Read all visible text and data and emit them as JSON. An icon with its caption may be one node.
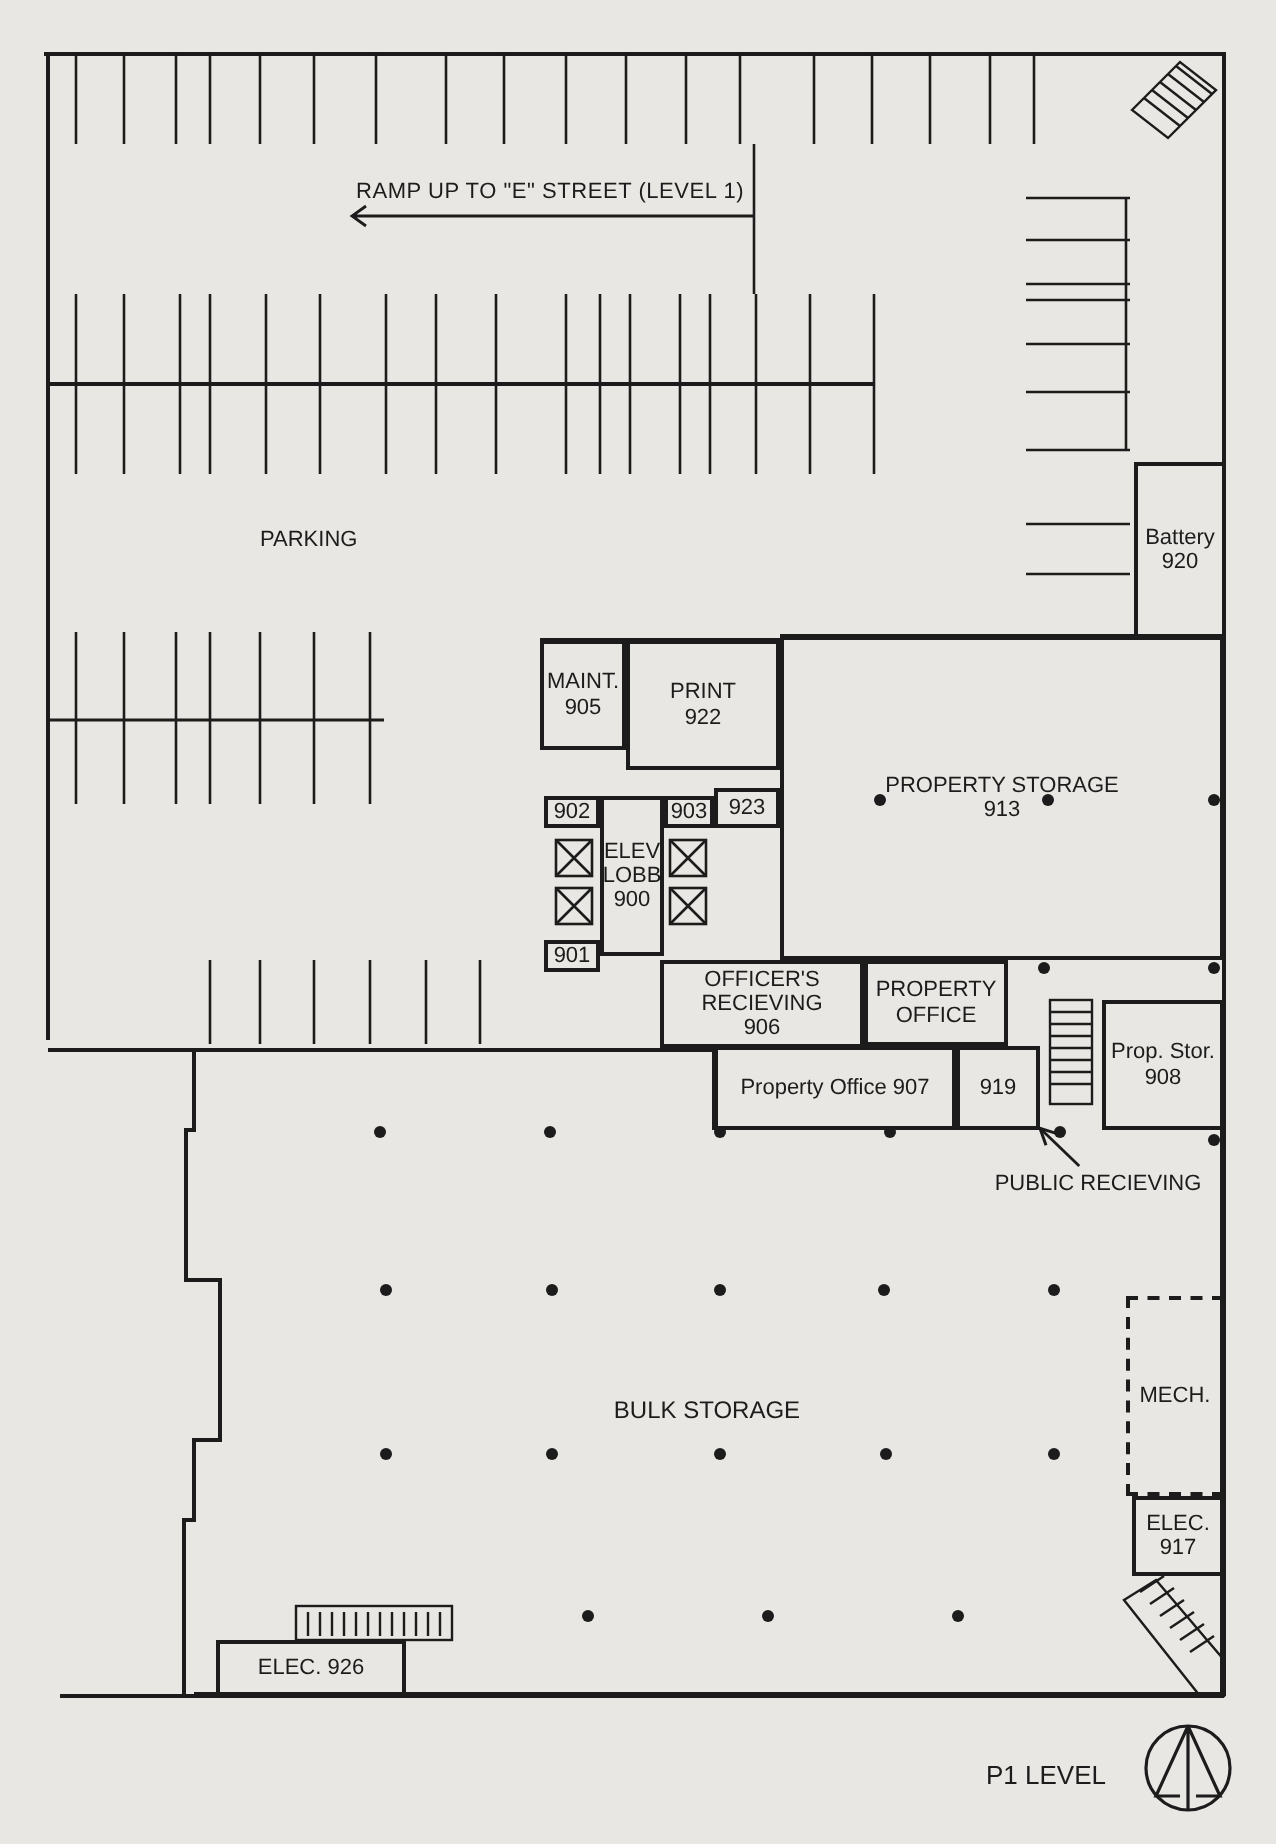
{
  "diagram": {
    "nodes": [
      {
        "text": [
          "Battery",
          "920"
        ]
      },
      {
        "text": [
          "MAINT.",
          "905"
        ]
      },
      {
        "text": [
          "PRINT",
          "922"
        ]
      },
      {
        "text": [
          "902"
        ]
      },
      {
        "text": [
          "ELEV LOBB",
          "900"
        ]
      },
      {
        "text": [
          "903"
        ]
      },
      {
        "text": [
          "923"
        ]
      },
      {
        "text": [
          "901"
        ]
      },
      {
        "text": [
          "OFFICER'S RECIEVING",
          "906"
        ]
      },
      {
        "text": [
          "PROPERTY STORAGE",
          "913"
        ]
      },
      {
        "text": [
          "PROPERTY OFFICE"
        ]
      },
      {
        "text": [
          "Property Office 907"
        ]
      },
      {
        "text": [
          "919"
        ]
      },
      {
        "text": [
          "Prop. Stor.",
          "908"
        ]
      },
      {
        "text": [
          "PUBLIC RECIEVING"
        ],
        "in": 15
      },
      {
        "text": [
          "BULK STORAGE"
        ]
      },
      {
        "text": [
          "MECH."
        ],
        "in": 15
      },
      {
        "text": [
          "ELEC.",
          "917"
        ],
        "in": 15
      },
      {
        "text": [
          "ELEC. 926"
        ],
        "in": 15
      }
    ],
    "edges": [
      {
        "from": 14,
        "to": 12,
        "arrow": "to"
      }
    ],
    "labels": [
      "RAMP UP TO \"E\" STREET (LEVEL 1)",
      "PARKING",
      "P1 LEVEL"
    ]
  }
}
